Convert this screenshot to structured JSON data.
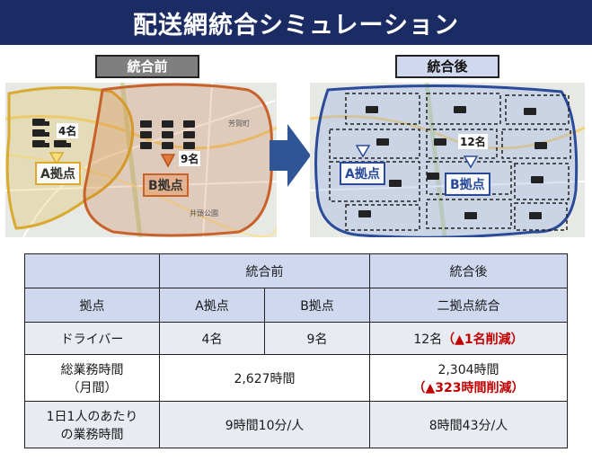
{
  "title": "配送網統合シミュレーション",
  "before_caption": "統合前",
  "after_caption": "統合後",
  "map_before": {
    "a_count": "4名",
    "b_count": "9名",
    "a_label": "A拠点",
    "b_label": "B拠点",
    "city_label": "芳賀町",
    "city_label_2": "井頭公園"
  },
  "map_after": {
    "total_count": "12名",
    "a_label": "A拠点",
    "b_label": "B拠点"
  },
  "table": {
    "col_before": "統合前",
    "col_after": "統合後",
    "row_site_label": "拠点",
    "site_a": "A拠点",
    "site_b": "B拠点",
    "site_merged": "二拠点統合",
    "row_driver_label": "ドライバー",
    "driver_a": "4名",
    "driver_b": "9名",
    "driver_after": "12名",
    "driver_after_note": "（▲1名削減）",
    "row_hours_label_1": "総業務時間",
    "row_hours_label_2": "（月間）",
    "hours_before": "2,627時間",
    "hours_after": "2,304時間",
    "hours_after_note": "（▲323時間削減）",
    "row_daily_label_1": "1日1人のあたり",
    "row_daily_label_2": "の業務時間",
    "daily_before": "9時間10分/人",
    "daily_after": "8時間43分/人"
  },
  "colors": {
    "title_bg": "#1b2b63",
    "area_a": "#e0b84a",
    "area_b": "#c8612a",
    "area_after": "#2a4a9a",
    "arrow": "#2f5597",
    "reduction": "#c00000",
    "header_bg": "#cfd8ef"
  }
}
